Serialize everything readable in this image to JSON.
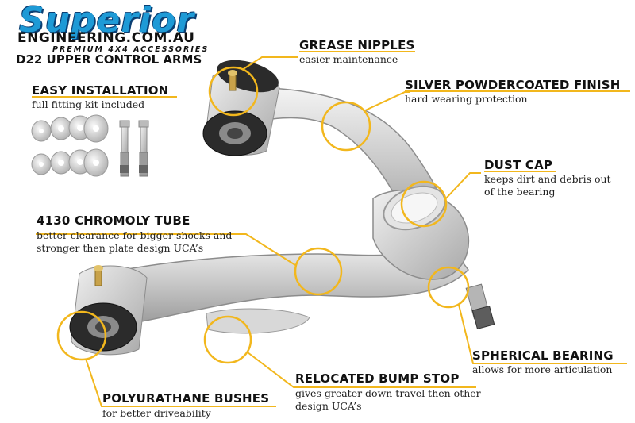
{
  "brand": {
    "logo": "Superior",
    "site": "ENGINEERING.COM.AU",
    "tagline": "PREMIUM 4X4 ACCESSORIES"
  },
  "product": "D22 UPPER CONTROL ARMS",
  "accent_color": "#f2b71d",
  "features": {
    "easy_installation": {
      "title": "EASY INSTALLATION",
      "desc": "full fitting kit included"
    },
    "grease_nipples": {
      "title": "GREASE NIPPLES",
      "desc": "easier maintenance"
    },
    "silver_finish": {
      "title": "SILVER POWDERCOATED FINISH",
      "desc": "hard wearing protection"
    },
    "dust_cap": {
      "title": "DUST CAP",
      "desc1": "keeps dirt and debris out",
      "desc2": "of the bearing"
    },
    "chromoly_tube": {
      "title": "4130 CHROMOLY TUBE",
      "desc1": "better clearance for bigger shocks and",
      "desc2": "stronger then plate design UCA’s"
    },
    "spherical_bearing": {
      "title": "SPHERICAL BEARING",
      "desc": "allows for more articulation"
    },
    "bump_stop": {
      "title": "RELOCATED BUMP STOP",
      "desc1": "gives greater down travel then other",
      "desc2": "design UCA’s"
    },
    "bushes": {
      "title": "POLYURATHANE BUSHES",
      "desc": "for better driveability"
    }
  }
}
